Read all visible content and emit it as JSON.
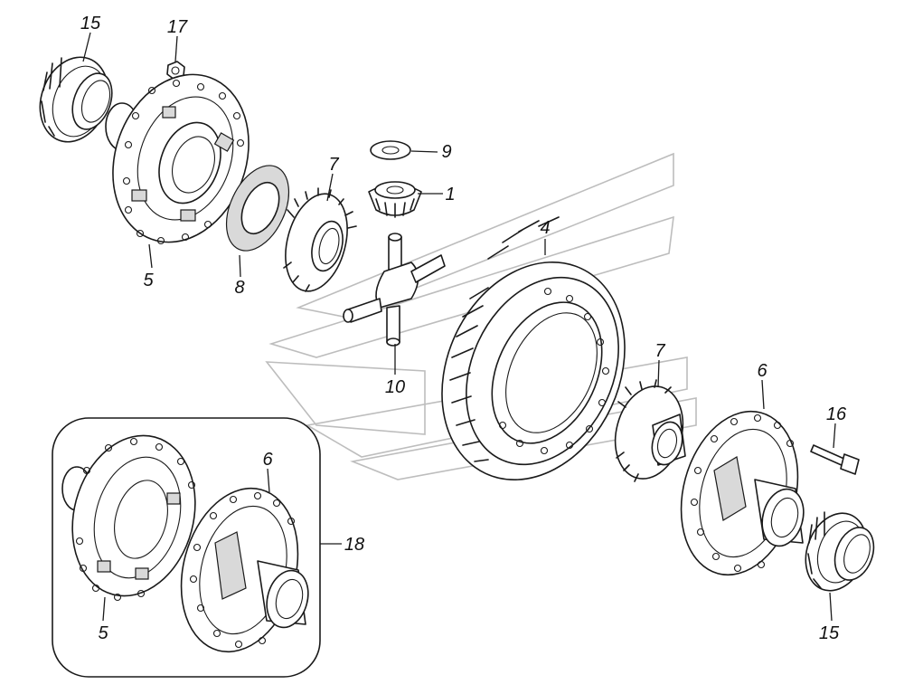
{
  "callouts": {
    "c15a": "15",
    "c17": "17",
    "c9": "9",
    "c7a": "7",
    "c1": "1",
    "c5a": "5",
    "c8": "8",
    "c4": "4",
    "c10": "10",
    "c7b": "7",
    "c6a": "6",
    "c16": "16",
    "c6b": "6",
    "c18": "18",
    "c5b": "5",
    "c15b": "15"
  }
}
